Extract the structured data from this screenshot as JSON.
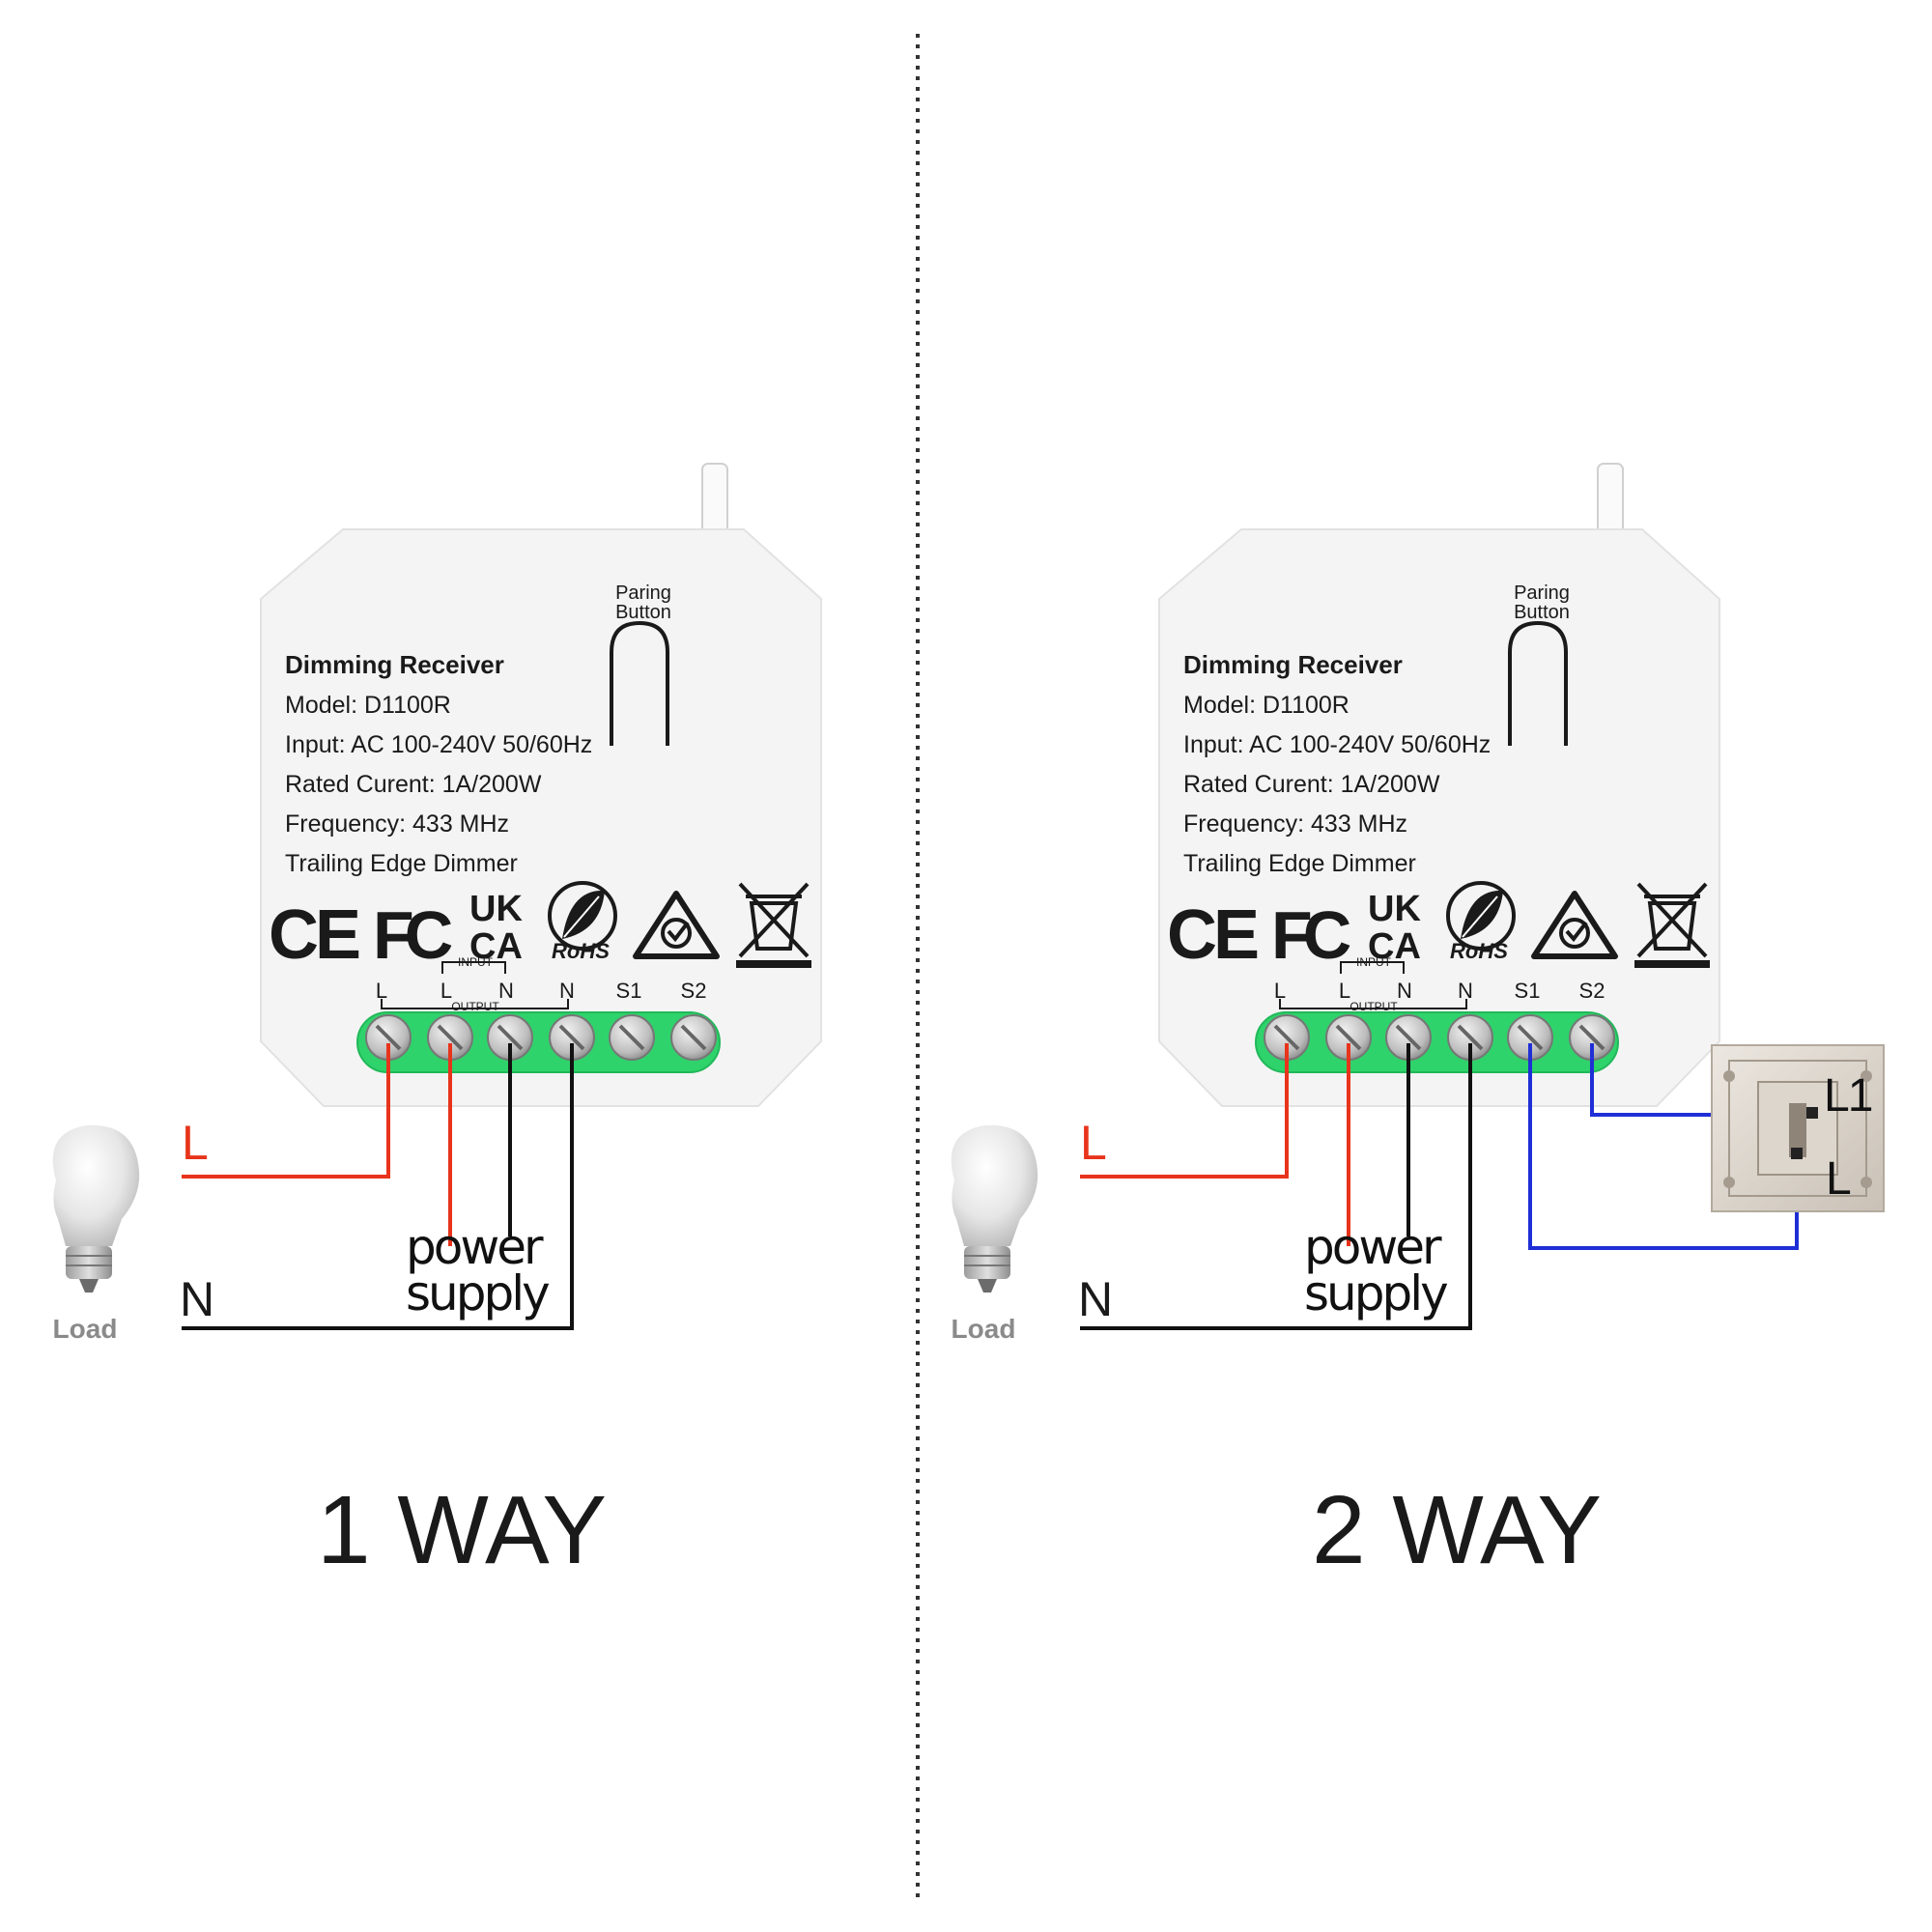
{
  "colors": {
    "live_wire": "#e8341c",
    "neutral_wire": "#111111",
    "switch_wire": "#1f2fd6",
    "terminal_green": "#2fd36b",
    "device_body": "#f4f4f4",
    "divider": "#333333"
  },
  "panels": [
    {
      "id": "one-way",
      "caption": "1 WAY",
      "device": {
        "title": "Dimming Receiver",
        "specs": [
          "Model: D1100R",
          "Input:  AC 100-240V 50/60Hz",
          "Rated Curent: 1A/200W",
          "Frequency: 433 MHz",
          "Trailing Edge Dimmer"
        ],
        "pairing_button": [
          "Paring",
          "Button"
        ],
        "cert_marks": [
          "CE",
          "FC",
          "UK",
          "CA",
          "RoHS"
        ],
        "terminal_labels": [
          "L",
          "L",
          "N",
          "N",
          "S1",
          "S2"
        ],
        "input_label": "INPUT",
        "output_label": "OUTPUT"
      },
      "load_label": "Load",
      "wire_labels": {
        "live": "L",
        "neutral": "N",
        "power": "power",
        "supply": "supply"
      }
    },
    {
      "id": "two-way",
      "caption": "2 WAY",
      "device": {
        "title": "Dimming Receiver",
        "specs": [
          "Model: D1100R",
          "Input:  AC 100-240V 50/60Hz",
          "Rated Curent: 1A/200W",
          "Frequency: 433 MHz",
          "Trailing Edge Dimmer"
        ],
        "pairing_button": [
          "Paring",
          "Button"
        ],
        "cert_marks": [
          "CE",
          "FC",
          "UK",
          "CA",
          "RoHS"
        ],
        "terminal_labels": [
          "L",
          "L",
          "N",
          "N",
          "S1",
          "S2"
        ],
        "input_label": "INPUT",
        "output_label": "OUTPUT"
      },
      "load_label": "Load",
      "wire_labels": {
        "live": "L",
        "neutral": "N",
        "power": "power",
        "supply": "supply"
      },
      "switch": {
        "terminal_top": "L1",
        "terminal_bottom": "L"
      }
    }
  ]
}
